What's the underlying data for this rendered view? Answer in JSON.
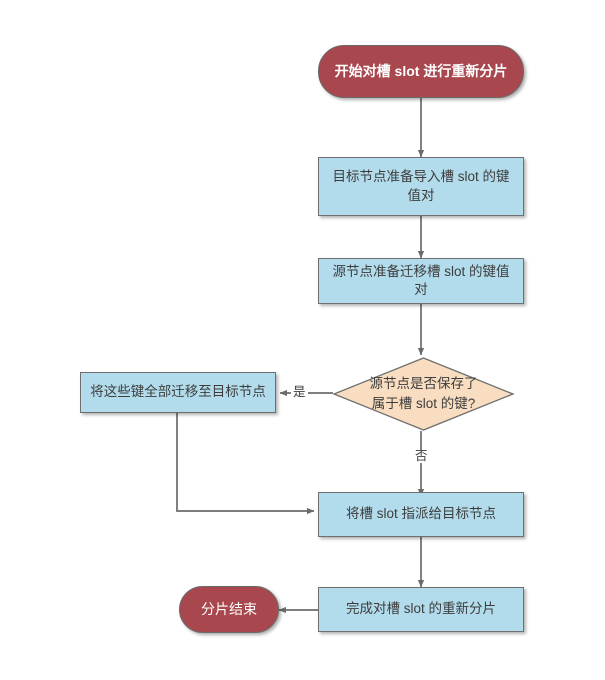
{
  "diagram": {
    "type": "flowchart",
    "title_text": "",
    "colors": {
      "terminal_fill": "#a8484e",
      "process_fill": "#b2dcec",
      "decision_fill": "#f8ddc0",
      "node_stroke": "#6f6f6f",
      "edge_stroke": "#6b6b6b",
      "background": "#ffffff",
      "terminal_text": "#ffffff",
      "node_text": "#3d3d3d"
    },
    "nodes": [
      {
        "id": "start",
        "shape": "terminal",
        "label": "开始对槽 slot 进行重新分片"
      },
      {
        "id": "import",
        "shape": "process",
        "label": "目标节点准备导入槽 slot 的键值对"
      },
      {
        "id": "migrate",
        "shape": "process",
        "label": "源节点准备迁移槽 slot 的键值对"
      },
      {
        "id": "decision",
        "shape": "decision",
        "label_line1": "源节点是否保存了",
        "label_line2": "属于槽 slot 的键?"
      },
      {
        "id": "movekeys",
        "shape": "process",
        "label": "将这些键全部迁移至目标节点"
      },
      {
        "id": "assign",
        "shape": "process",
        "label": "将槽 slot 指派给目标节点"
      },
      {
        "id": "complete",
        "shape": "process",
        "label": "完成对槽 slot 的重新分片"
      },
      {
        "id": "end",
        "shape": "terminal",
        "label": "分片结束"
      }
    ],
    "edges": [
      {
        "from": "start",
        "to": "import",
        "label": ""
      },
      {
        "from": "import",
        "to": "migrate",
        "label": ""
      },
      {
        "from": "migrate",
        "to": "decision",
        "label": ""
      },
      {
        "from": "decision",
        "to": "movekeys",
        "label": "是"
      },
      {
        "from": "decision",
        "to": "assign",
        "label": "否"
      },
      {
        "from": "movekeys",
        "to": "assign",
        "label": ""
      },
      {
        "from": "assign",
        "to": "complete",
        "label": ""
      },
      {
        "from": "complete",
        "to": "end",
        "label": ""
      }
    ]
  }
}
